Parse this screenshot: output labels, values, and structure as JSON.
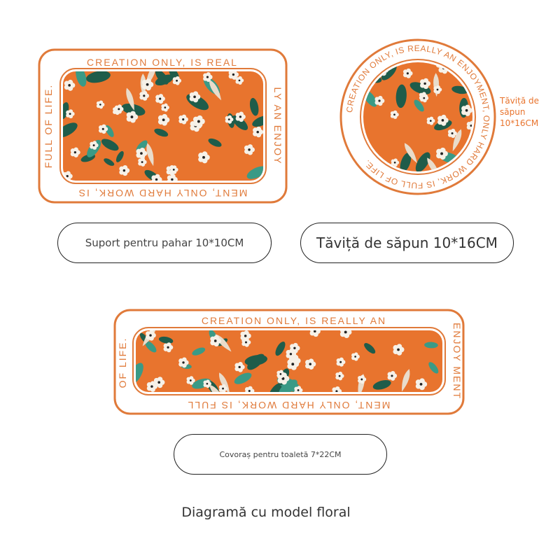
{
  "ring_text": {
    "top": "CREATION ONLY, IS REAL",
    "right": "LY AN ENJOY",
    "bottom": "MENT, ONLY HARD WORK, IS",
    "left": "FULL OF LIFE.",
    "circle": "CREATION ONLY, IS REALLY AN ENJOYMENT, ONLY HARD WORK, IS FULL OF LIFE.",
    "wide_top": "CREATION ONLY, IS REALLY AN",
    "wide_right": "ENJOY MENT",
    "wide_bottom": "MENT, ONLY HARD WORK, IS FULL",
    "wide_left": "OF LIFE."
  },
  "overlay_label": "Tăviță de săpun 10*16CM",
  "labels": {
    "cup_coaster": "Suport pentru pahar 10*10CM",
    "soap_tray": "Tăviță de săpun 10*16CM",
    "toilet_mat": "Covoraș pentru toaletă 7*22CM"
  },
  "caption": "Diagramă cu model floral",
  "colors": {
    "orange": "#e8742e",
    "frame": "#e07a3a",
    "leaf": "#1f5c4a",
    "teal": "#3a9a86",
    "petal": "#f6f1e8"
  }
}
